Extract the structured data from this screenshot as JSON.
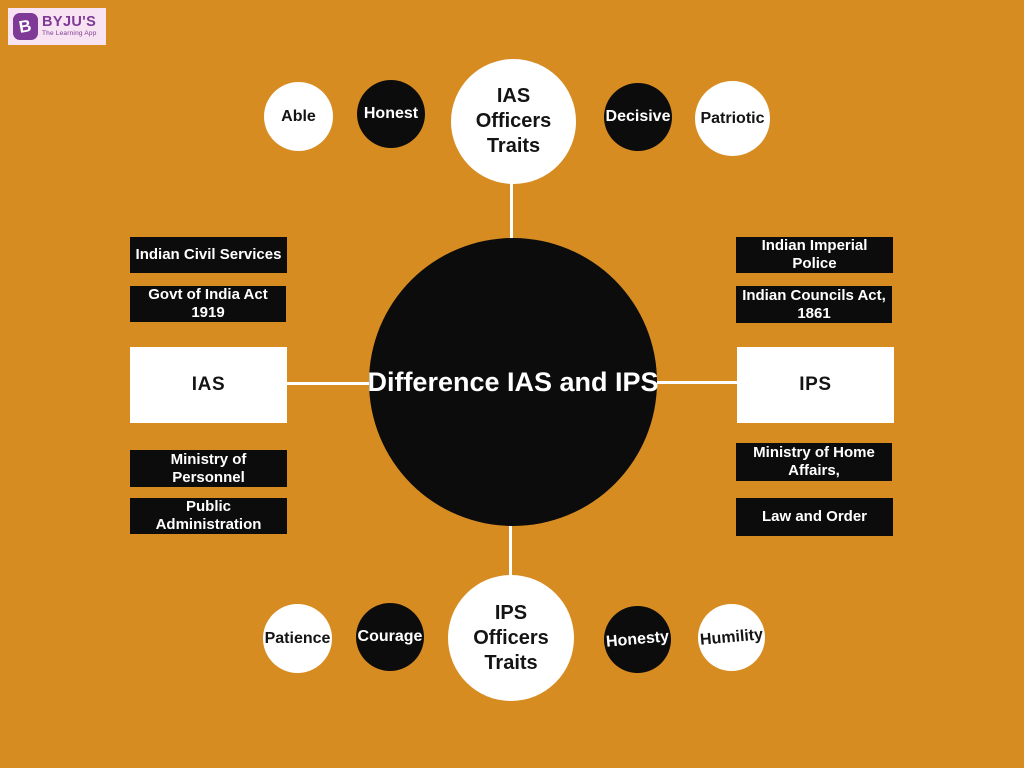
{
  "colors": {
    "background": "#D78C22",
    "node_black": "#0C0C0C",
    "node_white": "#FFFFFF",
    "connector": "#FFFFFF",
    "logo_purple": "#7E3A96",
    "logo_background": "#F7E3F1"
  },
  "logo": {
    "brand": "BYJU'S",
    "tagline": "The Learning App",
    "icon_letter": "B"
  },
  "center": {
    "label": "Difference IAS and IPS"
  },
  "top_branch": {
    "hub": "IAS Officers Traits",
    "traits": [
      {
        "label": "Able",
        "style": "white"
      },
      {
        "label": "Honest",
        "style": "black"
      },
      {
        "label": "Decisive",
        "style": "black"
      },
      {
        "label": "Patriotic",
        "style": "white"
      }
    ]
  },
  "bottom_branch": {
    "hub": "IPS Officers Traits",
    "traits": [
      {
        "label": "Patience",
        "style": "white"
      },
      {
        "label": "Courage",
        "style": "black"
      },
      {
        "label": "Honesty",
        "style": "black"
      },
      {
        "label": "Humility",
        "style": "white"
      }
    ]
  },
  "left_branch": {
    "hub": "IAS",
    "facts": [
      "Indian Civil Services",
      "Govt of India Act 1919",
      "Ministry of Personnel",
      "Public Administration"
    ]
  },
  "right_branch": {
    "hub": "IPS",
    "facts": [
      "Indian Imperial Police",
      "Indian Councils Act, 1861",
      "Ministry of Home Affairs,",
      "Law and Order"
    ]
  }
}
